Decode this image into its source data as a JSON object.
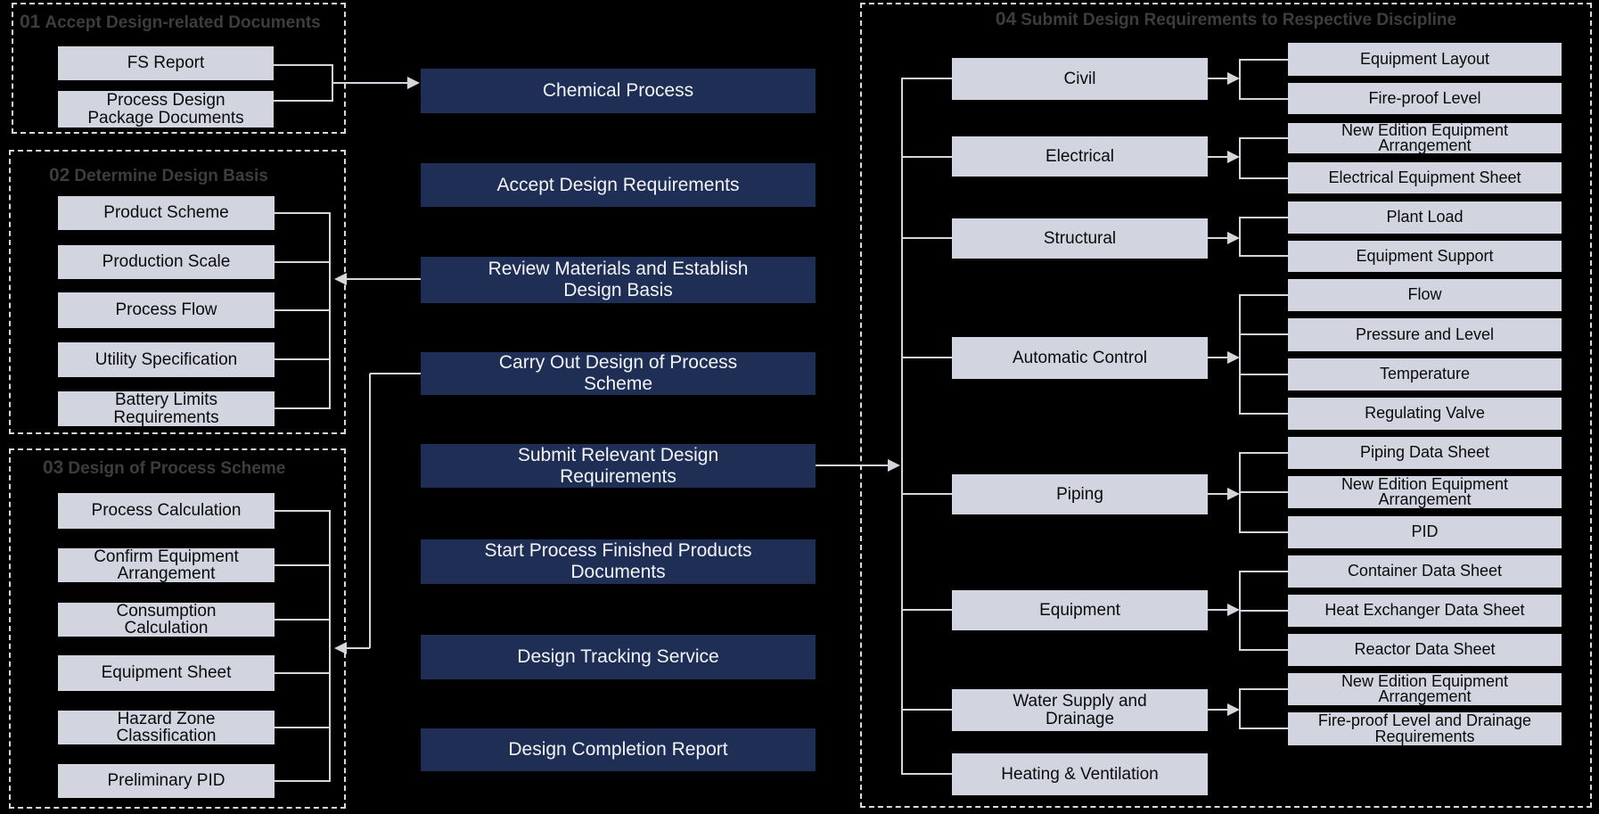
{
  "colors": {
    "background": "#000000",
    "process_box": "#1f2e55",
    "process_box_text": "#f2f4f8",
    "item_box": "#d2d5e0",
    "item_box_text": "#0b0b0b",
    "group_title": "#3d3d3d",
    "group_border": "#d9d9d9",
    "connector": "#d4d6dc"
  },
  "left_groups": [
    {
      "num": "01",
      "label": "Accept Design-related Documents",
      "items": [
        "FS Report",
        "Process Design\nPackage Documents"
      ]
    },
    {
      "num": "02",
      "label": "Determine Design Basis",
      "items": [
        "Product  Scheme",
        "Production Scale",
        "Process Flow",
        "Utility Specification",
        "Battery Limits\nRequirements"
      ]
    },
    {
      "num": "03",
      "label": "Design of Process Scheme",
      "items": [
        "Process Calculation",
        "Confirm Equipment\nArrangement",
        "Consumption\nCalculation",
        "Equipment Sheet",
        "Hazard Zone\nClassification",
        "Preliminary PID"
      ]
    }
  ],
  "process_steps": [
    "Chemical Process",
    "Accept Design Requirements",
    "Review Materials and Establish\nDesign Basis",
    "Carry Out Design of Process\nScheme",
    "Submit Relevant Design\nRequirements",
    "Start Process Finished Products\nDocuments",
    "Design Tracking Service",
    "Design Completion Report"
  ],
  "discipline_group": {
    "num": "04",
    "label": "Submit Design Requirements to Respective Discipline",
    "disciplines": [
      {
        "name": "Civil",
        "outputs": [
          "Equipment Layout",
          "Fire-proof Level"
        ]
      },
      {
        "name": "Electrical",
        "outputs": [
          "New Edition Equipment\nArrangement",
          "Electrical Equipment Sheet"
        ]
      },
      {
        "name": "Structural",
        "outputs": [
          "Plant Load",
          "Equipment Support"
        ]
      },
      {
        "name": "Automatic Control",
        "outputs": [
          "Flow",
          "Pressure and Level",
          "Temperature",
          "Regulating Valve"
        ]
      },
      {
        "name": "Piping",
        "outputs": [
          "Piping Data Sheet",
          "New Edition Equipment\nArrangement",
          "PID"
        ]
      },
      {
        "name": "Equipment",
        "outputs": [
          "Container Data Sheet",
          "Heat Exchanger Data Sheet",
          "Reactor Data Sheet"
        ]
      },
      {
        "name": "Water Supply and\nDrainage",
        "outputs": [
          "New Edition Equipment\nArrangement",
          "Fire-proof Level and Drainage\nRequirements"
        ]
      },
      {
        "name": "Heating & Ventilation",
        "outputs": []
      }
    ]
  }
}
